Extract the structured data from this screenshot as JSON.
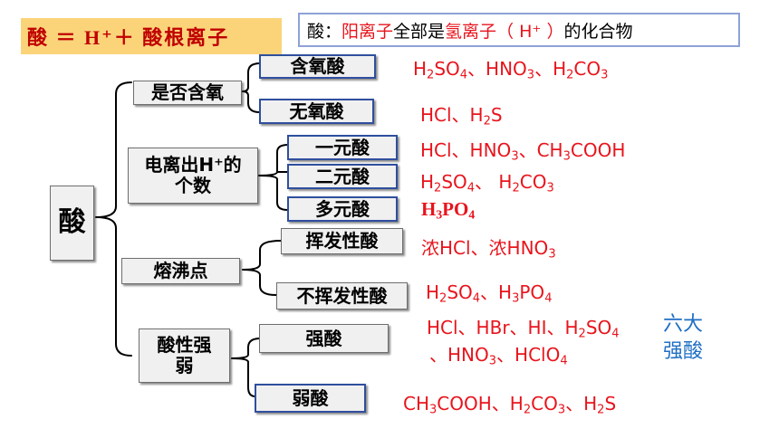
{
  "header": {
    "formula": "酸 ＝ H⁺＋ 酸根离子",
    "definition": {
      "prefix": "酸：",
      "cation": "阳离子",
      "middle": "全部是",
      "hydrogen_ion": "氢离子",
      "ion_symbol": "（ H⁺ ）",
      "suffix": "的化合物"
    }
  },
  "root": {
    "label": "酸"
  },
  "categories": [
    {
      "label": "是否含氧",
      "children": [
        {
          "label": "含氧酸",
          "examples": [
            {
              "t": "H"
            },
            {
              "t": "2",
              "sub": true
            },
            {
              "t": "SO"
            },
            {
              "t": "4",
              "sub": true
            },
            {
              "t": "、HNO"
            },
            {
              "t": "3",
              "sub": true
            },
            {
              "t": "、H"
            },
            {
              "t": "2",
              "sub": true
            },
            {
              "t": "CO"
            },
            {
              "t": "3",
              "sub": true
            }
          ]
        },
        {
          "label": "无氧酸",
          "examples": [
            {
              "t": "HCl、H"
            },
            {
              "t": "2",
              "sub": true
            },
            {
              "t": "S"
            }
          ]
        }
      ]
    },
    {
      "label_lines": [
        "电离出H⁺的",
        "个数"
      ],
      "children": [
        {
          "label": "一元酸",
          "examples": [
            {
              "t": "HCl、HNO"
            },
            {
              "t": "3",
              "sub": true
            },
            {
              "t": "、CH"
            },
            {
              "t": "3",
              "sub": true
            },
            {
              "t": "COOH"
            }
          ]
        },
        {
          "label": "二元酸",
          "examples": [
            {
              "t": "H"
            },
            {
              "t": "2",
              "sub": true
            },
            {
              "t": "SO"
            },
            {
              "t": "4",
              "sub": true
            },
            {
              "t": "、 H"
            },
            {
              "t": "2",
              "sub": true
            },
            {
              "t": "CO"
            },
            {
              "t": "3",
              "sub": true
            }
          ]
        },
        {
          "label": "多元酸",
          "examples": [
            {
              "t": "H"
            },
            {
              "t": "3",
              "sub": true
            },
            {
              "t": "PO"
            },
            {
              "t": "4",
              "sub": true
            }
          ]
        }
      ]
    },
    {
      "label": "熔沸点",
      "children": [
        {
          "label": "挥发性酸",
          "examples": [
            {
              "t": "浓HCl、浓HNO"
            },
            {
              "t": "3",
              "sub": true
            }
          ]
        },
        {
          "label": "不挥发性酸",
          "examples": [
            {
              "t": "H"
            },
            {
              "t": "2",
              "sub": true
            },
            {
              "t": "SO"
            },
            {
              "t": "4",
              "sub": true
            },
            {
              "t": "、H"
            },
            {
              "t": "3",
              "sub": true
            },
            {
              "t": "PO"
            },
            {
              "t": "4",
              "sub": true
            }
          ]
        }
      ]
    },
    {
      "label_lines": [
        "酸性强",
        "弱"
      ],
      "children": [
        {
          "label": "强酸",
          "examples_line1": [
            {
              "t": "HCl、HBr、HI、H"
            },
            {
              "t": "2",
              "sub": true
            },
            {
              "t": "SO"
            },
            {
              "t": "4",
              "sub": true
            }
          ],
          "examples_line2": [
            {
              "t": "、HNO"
            },
            {
              "t": "3",
              "sub": true
            },
            {
              "t": "、HClO"
            },
            {
              "t": "4",
              "sub": true
            }
          ]
        },
        {
          "label": "弱酸",
          "examples": [
            {
              "t": "CH"
            },
            {
              "t": "3",
              "sub": true
            },
            {
              "t": "COOH、H"
            },
            {
              "t": "2",
              "sub": true
            },
            {
              "t": "CO"
            },
            {
              "t": "3",
              "sub": true
            },
            {
              "t": "、H"
            },
            {
              "t": "2",
              "sub": true
            },
            {
              "t": "S"
            }
          ]
        }
      ]
    }
  ],
  "strong_acid_note": {
    "line1": "六大",
    "line2": "强酸"
  },
  "colors": {
    "formula_bg": "#fbd47a",
    "formula_text": "#c00000",
    "example_red": "#e8141c",
    "note_blue": "#1f6fc4",
    "box_bg": "#f0f0f0",
    "definition_border": "#8ea2d6"
  }
}
